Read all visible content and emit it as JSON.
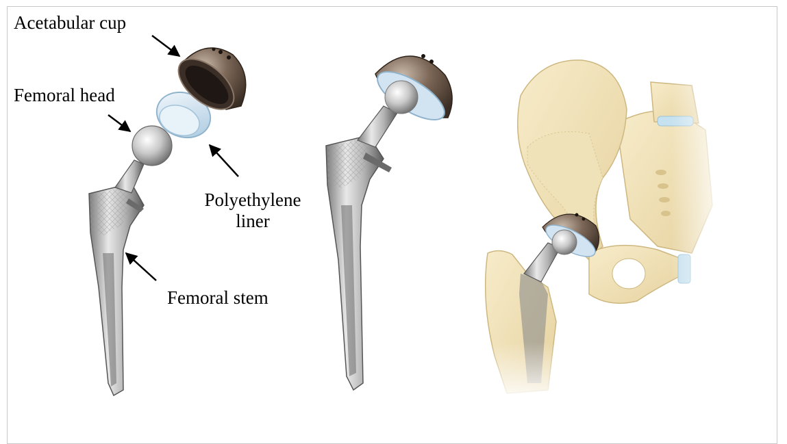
{
  "labels": {
    "acetabular_cup": "Acetabular cup",
    "femoral_head": "Femoral head",
    "polyethylene_line1": "Polyethylene",
    "polyethylene_line2": "liner",
    "femoral_stem": "Femoral stem"
  },
  "colors": {
    "metal_light": "#e6e6e6",
    "metal_mid": "#a9a9a9",
    "metal_dark": "#555555",
    "cup_bronze": "#6e5a4c",
    "liner_blue": "#cfe3f1",
    "bone": "#f3e6bf",
    "bone_shadow": "#ddc893",
    "cartilage": "#c6e1ef"
  }
}
